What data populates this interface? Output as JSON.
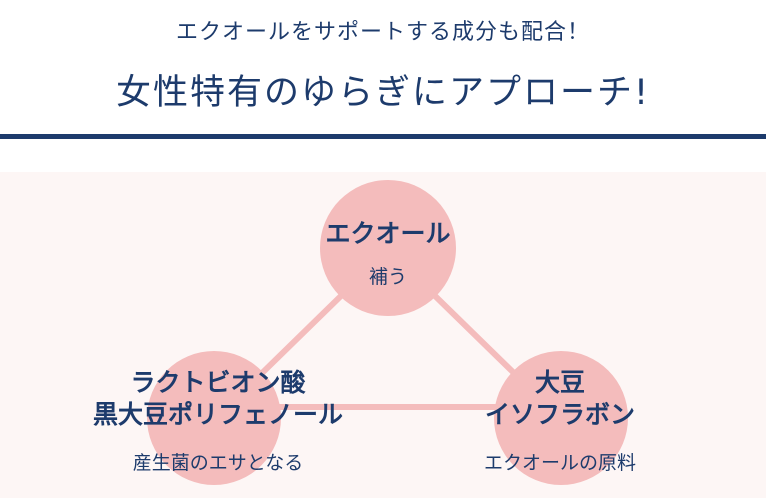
{
  "header": {
    "subtitle": "エクオールをサポートする成分も配合！",
    "title": "女性特有のゆらぎにアプローチ!"
  },
  "diagram": {
    "top": {
      "name": "エクオール",
      "desc": "補う"
    },
    "left": {
      "name_line1": "ラクトビオン酸",
      "name_line2": "黒大豆ポリフェノール",
      "desc": "産生菌のエサとなる"
    },
    "right": {
      "name_line1": "大豆",
      "name_line2": "イソフラボン",
      "desc": "エクオールの原料"
    }
  },
  "colors": {
    "navy": "#1d3b6c",
    "pink": "#f4bcbc",
    "panel": "#fdf6f5"
  }
}
